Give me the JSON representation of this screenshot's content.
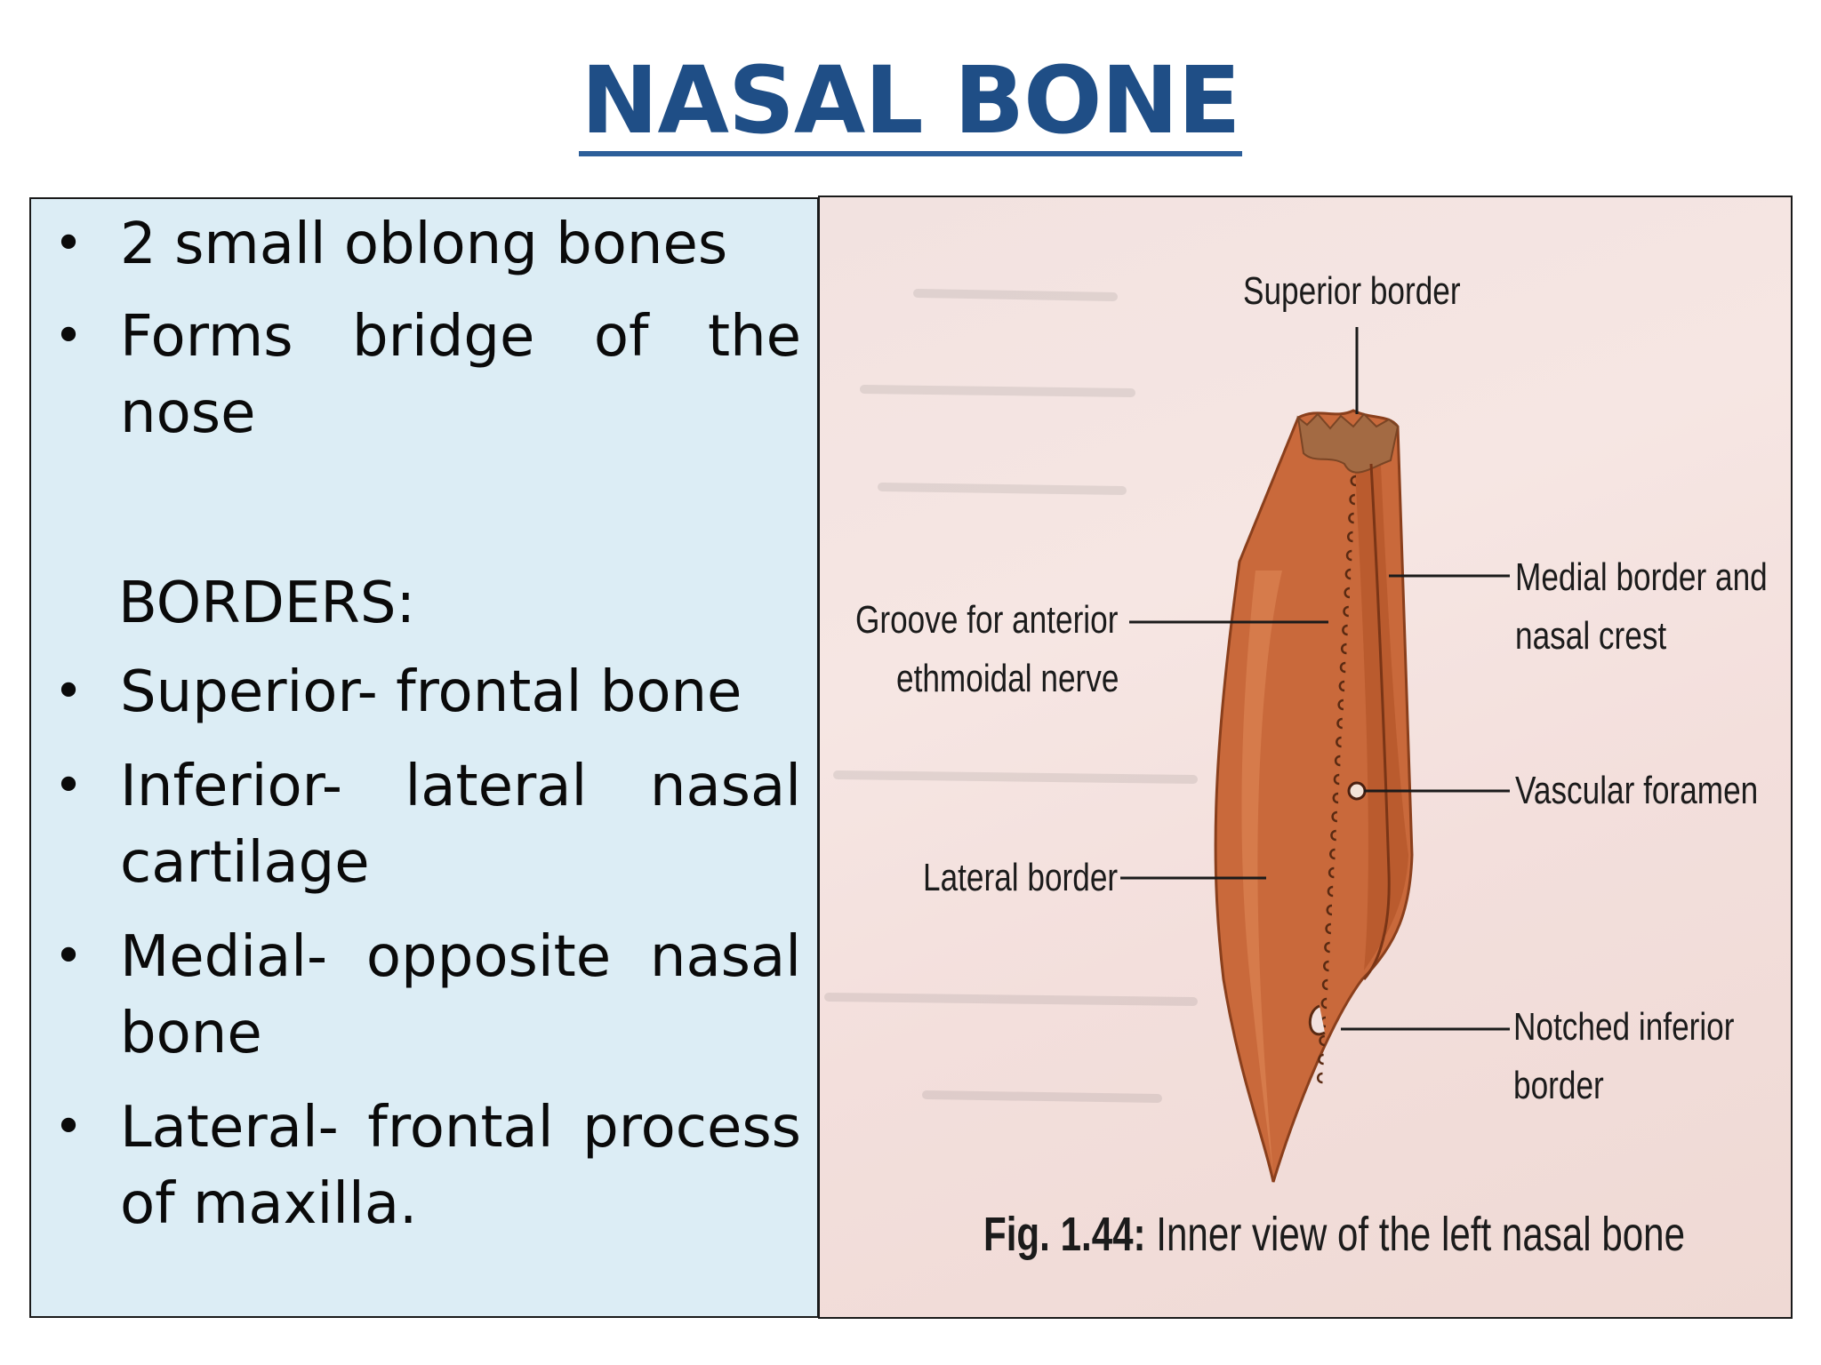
{
  "title": "NASAL BONE",
  "text_panel": {
    "bullets_top": [
      "2 small oblong  bones",
      "Forms  bridge  of  the nose"
    ],
    "borders_heading": "BORDERS:",
    "bullets_borders": [
      "Superior-  frontal bone",
      "Inferior-  lateral  nasal cartilage",
      "Medial-  opposite  nasal bone",
      "Lateral-  frontal  process of maxilla."
    ]
  },
  "figure": {
    "labels": {
      "superior_border": "Superior border",
      "groove_line1": "Groove for anterior",
      "groove_line2": "ethmoidal nerve",
      "medial_line1": "Medial border and",
      "medial_line2": "nasal crest",
      "vascular": "Vascular foramen",
      "lateral": "Lateral border",
      "notched_line1": "Notched inferior",
      "notched_line2": "border"
    },
    "caption_label": "Fig. 1.44:",
    "caption_text": "Inner view of the left nasal bone",
    "colors": {
      "bone": "#c8683a",
      "bone_dark": "#9a4a24",
      "bone_top": "#b07a50",
      "title": "#1f4e86",
      "panel": "#dcedf5"
    }
  }
}
